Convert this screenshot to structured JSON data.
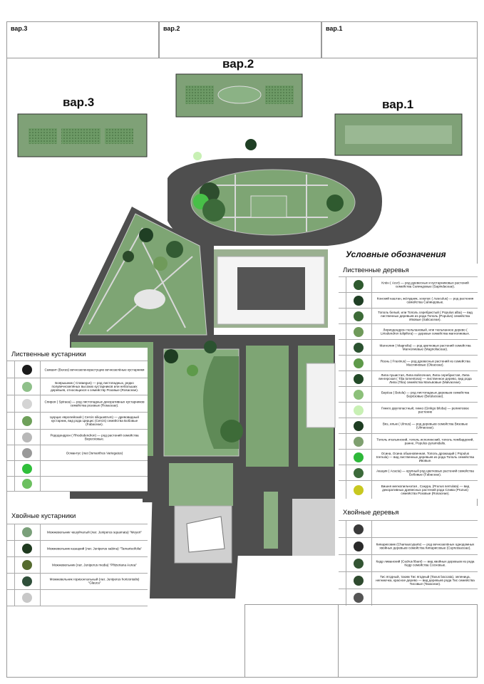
{
  "variants": {
    "cells": [
      {
        "id": "v3",
        "label": "вар.3"
      },
      {
        "id": "v2",
        "label": "вар.2"
      },
      {
        "id": "v1",
        "label": "вар.1"
      }
    ],
    "big_labels": {
      "v3": "вар.3",
      "v2": "вар.2",
      "v1": "вар.1"
    }
  },
  "legend_title": "Условные обозначения",
  "deciduous_trees": {
    "title": "Лиственные деревья",
    "items": [
      {
        "text": "Клён ( Acer) — род древесных и кустарниковых растений семейства Сапиндовые (Sapindaceae).",
        "color": "#2f5a2f"
      },
      {
        "text": "Конский каштан, жёлудник, эскулус ( Aesculus) — род растения семейства Сапиндовые.",
        "color": "#1f3f24"
      },
      {
        "text": "Тополь белый, или Тополь серебристый ( Populus alba) — вид лиственных деревьев из рода Тополь (Populus) семейства Ивовые (Salicaceae).",
        "color": "#3d6b38"
      },
      {
        "text": "Лириодендрон тюльпановый, или тюльпанное дерево ( Liriodendron tulipifera) — деревья семейства магнолиевых.",
        "color": "#6f9a5a"
      },
      {
        "text": "Магнолия ( Magnolia) — род цветковых растений семейства Магнолиевые (Magnoliaceae).",
        "color": "#2b5230"
      },
      {
        "text": "Ясень ( Fraxinus) — род древесных растений из семейства Маслиновые (Oleaceae).",
        "color": "#5e9a4a"
      },
      {
        "text": "Липа пушистая, Липа войлочная, Липа серебристая, Липа венгерская ( Tilia tomentosa) — лиственное дерево, вид рода Липа (Tilia) семейства Мальвовые (Malvaceae).",
        "color": "#234a28"
      },
      {
        "text": "Берёза ( Betula) — род листопадных деревьев семейства Берёзовые (Betulaceae).",
        "color": "#8cc07a"
      },
      {
        "text": "Гинкго двулопастный, гинко (Ginkgo biloba) — реликтовое растение",
        "color": "#c8f0b4"
      },
      {
        "text": "Вяз, ильм ( Ulmus) — род деревьев семейства Вязовые (Ulmaceae).",
        "color": "#1e3d22"
      },
      {
        "text": "Тополь итальянский, тополь исполинский, тополь ломбардский, ранне, Populus pyramidalis.",
        "color": "#7fa070"
      },
      {
        "text": "Осина, Осина обыкновенная, Тополь дрожащий ( Populus tremula) — вид лиственных деревьев из рода Тополь семейства Ивовые.",
        "color": "#2eb83a"
      },
      {
        "text": "Акация ( Acacia) — крупный род цветковых растений семейства Бобовые (Fabaceae).",
        "color": "#3c6a3a"
      },
      {
        "text": "Вишня мелкопильчатая , Сакура, (Prunus serrulata) — вид декоративных древесных растений рода Слива (Prunus) семейства Розовые (Rosaceae).",
        "color": "#c8c820"
      }
    ]
  },
  "conifer_trees": {
    "title": "Хвойные деревья",
    "items": [
      {
        "text": "",
        "color": "#3a3a3a"
      },
      {
        "text": "Кипарисовик (Chamaecyparis) — род вечнозелёных однодомных хвойных деревьев семейства Кипарисовые (Cupressaceae).",
        "color": "#2a2a2a"
      },
      {
        "text": "Кедр ливанский (Cedrus libani) — вид хвойных деревьев из рода Кедр семейства Сосновые.",
        "color": "#335533"
      },
      {
        "text": "Тис ягодный, тахим Тис ягодный (Taxus baccata), зеленица, негниючка, красное дерево — вид деревьев рода Тис семейства Тисовые (Taxaceae).",
        "color": "#2e4a2e"
      },
      {
        "text": "",
        "color": "#555555"
      }
    ]
  },
  "deciduous_shrubs": {
    "title": "Лиственные кустарники",
    "items": [
      {
        "text": "Самшит (Buxus) вечнозеленорастущие вечнозелёные кустарники",
        "color": "#1a1a1a"
      },
      {
        "text": "Боярышник ( Crataegus) — род листопадных, редко полувечнозелёных высоких кустарников или небольших деревьев, относящихся к семейству Розовые (Rosaceae).",
        "color": "#8fc08a"
      },
      {
        "text": "Спирея ( Spiraea) — род листопадных декоративных кустарников семейства розовых (Rosaceae).",
        "color": "#d4d4d4"
      },
      {
        "text": "Церцис европейский ( Cercis siliquastrum) — древовидный кустарник, вид рода Церцис (Cercis) семейства Бобовые (Fabaceae).",
        "color": "#6ea05a"
      },
      {
        "text": "Рододендрон ( Rhododendron) — род растений семейства Вересковые.",
        "color": "#b8b8b8"
      },
      {
        "text": "Османтус (лат.Osmanthus Variegatus)",
        "color": "#999999"
      },
      {
        "text": "",
        "color": "#2fbf3a"
      },
      {
        "text": "",
        "color": "#6cc060"
      }
    ]
  },
  "conifer_shrubs": {
    "title": "Хвойные кустарники",
    "items": [
      {
        "text": "Можжевельник чешуйчатый (лат. Juniperus squamata) \"Meyeri\"",
        "color": "#7aa07a"
      },
      {
        "text": "Можжевельник казацкий (лат. Juniperus sabina) \"Tamariscifolia\"",
        "color": "#1f3a1f"
      },
      {
        "text": "Можжевельник (лат. Juniperus media) \"Pfitzeriana Aurea\"",
        "color": "#556b2f"
      },
      {
        "text": "Можжевельник горизонтальный (лат. Juniperus horizontalis) \"Glauca\"",
        "color": "#2f4f3a"
      },
      {
        "text": "",
        "color": "#c8c8c8"
      }
    ]
  }
}
